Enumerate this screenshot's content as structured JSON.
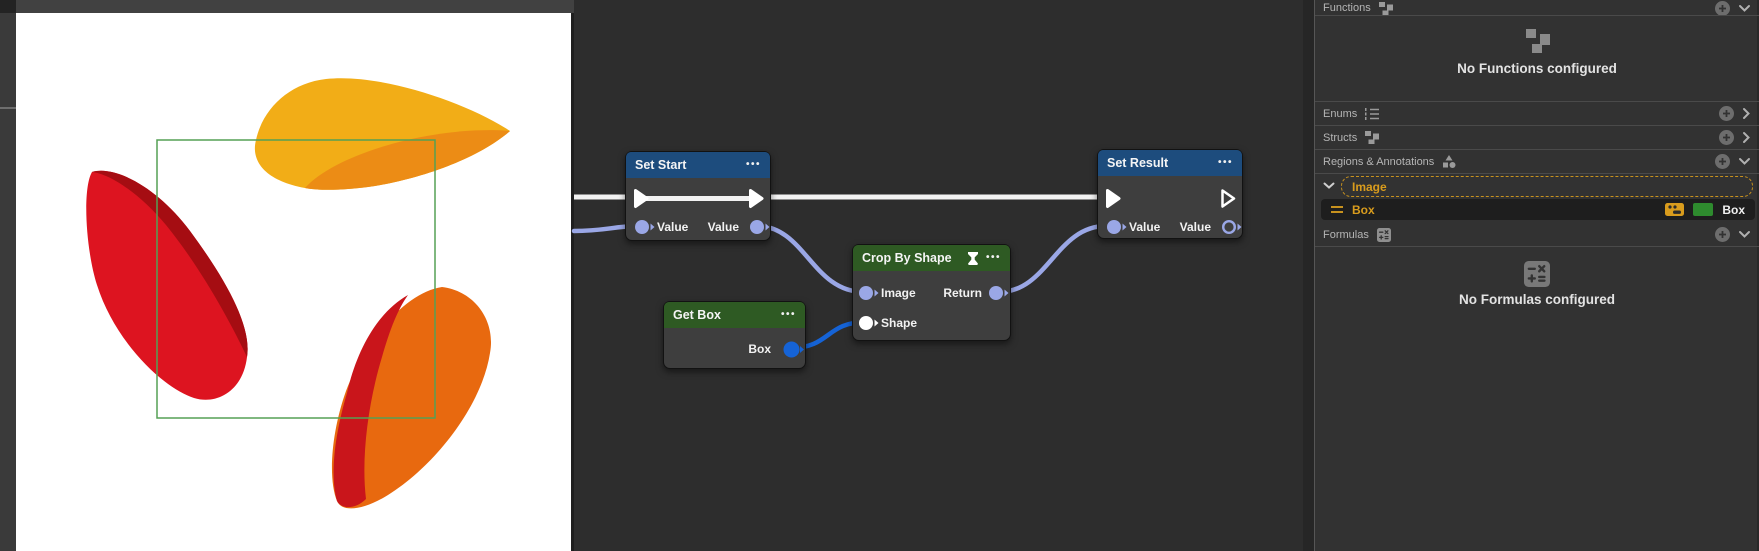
{
  "colors": {
    "node_header_blue": "#1d4c7d",
    "node_header_green": "#2e5a23",
    "exec_wire": "#f2f2f2",
    "value_wire": "#9aa7e6",
    "value_pin": "#9aa7e6",
    "shape_pin": "#ffffff",
    "box_pin": "#1563d6",
    "box_wire": "#1563d6",
    "amber": "#d99c1d",
    "chip_green": "#2e8b2e",
    "region_box_green": "#55a055",
    "blob_yellow": "#f2ad17",
    "blob_yellow_shadow": "#ec8c15",
    "blob_red": "#dd1420",
    "blob_red_shadow": "#a50d12",
    "blob_orange": "#e8690f",
    "blob_orange_shadow": "#c9151b"
  },
  "ui": {
    "menu_dots": "•••"
  },
  "graph": {
    "nodes": {
      "set_start": {
        "title": "Set Start",
        "value_in": "Value",
        "value_out": "Value"
      },
      "crop_by_shape": {
        "title": "Crop By Shape",
        "image_in": "Image",
        "return_out": "Return",
        "shape_in": "Shape"
      },
      "get_box": {
        "title": "Get Box",
        "box_out": "Box"
      },
      "set_result": {
        "title": "Set Result",
        "value_in": "Value",
        "value_out": "Value"
      }
    }
  },
  "panel": {
    "sections": [
      {
        "label": "Functions",
        "empty": "No Functions configured"
      },
      {
        "label": "Enums"
      },
      {
        "label": "Structs"
      },
      {
        "label": "Regions & Annotations"
      },
      {
        "label": "Formulas",
        "empty": "No Formulas configured"
      }
    ],
    "regions": {
      "image_label": "Image",
      "box_label": "Box",
      "box_chip_label": "Box"
    }
  }
}
